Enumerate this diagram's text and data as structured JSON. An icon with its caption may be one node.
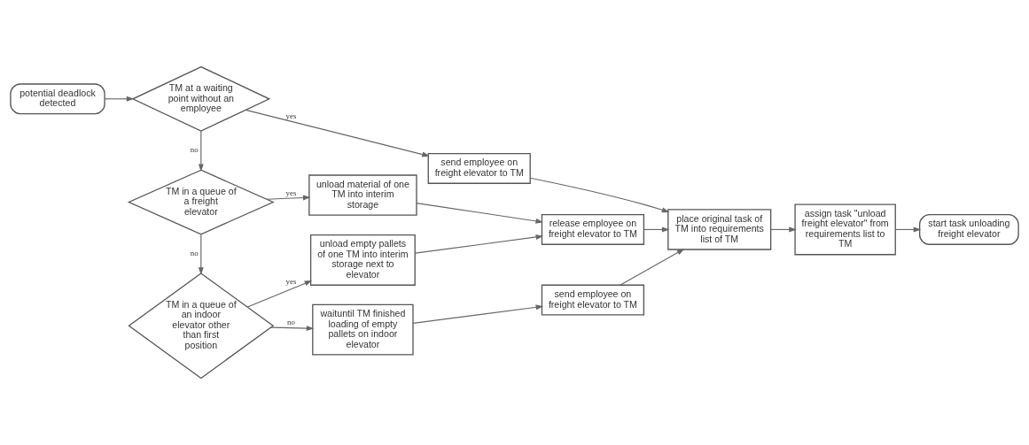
{
  "diagram": {
    "nodes": [
      {
        "text": [
          "potential deadlock detected"
        ]
      },
      {
        "text": [
          "TM at a waiting point without an employee"
        ]
      },
      {
        "text": [
          "send employee on freight elevator to TM"
        ]
      },
      {
        "text": [
          "TM in a queue of a freight elevator"
        ]
      },
      {
        "text": [
          "unload material of one TM into interim storage"
        ]
      },
      {
        "text": [
          "TM in a queue of an indoor elevator other than first position"
        ]
      },
      {
        "text": [
          "unload empty pallets of one TM into interim storage next to elevator"
        ]
      },
      {
        "text": [
          "waituntil TM finished loading of empty pallets on indoor elevator"
        ]
      },
      {
        "text": [
          "release employee on freight elevator to TM"
        ]
      },
      {
        "text": [
          "send employee on freight elevator to TM"
        ]
      },
      {
        "text": [
          "place original task of TM into requirements list of TM"
        ]
      },
      {
        "text": [
          "assign task \"unload freight elevator\" from requirements list to TM"
        ]
      },
      {
        "text": [
          "start task unloading freight elevator"
        ]
      }
    ],
    "edges": [
      {
        "from": 0,
        "to": 1,
        "arrow": "to"
      },
      {
        "from": 1,
        "to": 2,
        "arrow": "to",
        "label": "yes"
      },
      {
        "from": 1,
        "to": 3,
        "arrow": "to",
        "label": "no"
      },
      {
        "from": 3,
        "to": 4,
        "arrow": "to",
        "label": "yes"
      },
      {
        "from": 3,
        "to": 5,
        "arrow": "to",
        "label": "no"
      },
      {
        "from": 5,
        "to": 6,
        "arrow": "to",
        "label": "yes"
      },
      {
        "from": 5,
        "to": 7,
        "arrow": "to",
        "label": "no"
      },
      {
        "from": 4,
        "to": 8,
        "arrow": "to"
      },
      {
        "from": 6,
        "to": 8,
        "arrow": "to"
      },
      {
        "from": 2,
        "to": 10,
        "arrow": "to"
      },
      {
        "from": 8,
        "to": 10,
        "arrow": "to"
      },
      {
        "from": 7,
        "to": 9,
        "arrow": "to"
      },
      {
        "from": 9,
        "to": 10,
        "arrow": "to"
      },
      {
        "from": 10,
        "to": 11,
        "arrow": "to"
      },
      {
        "from": 11,
        "to": 12,
        "arrow": "to"
      }
    ]
  }
}
